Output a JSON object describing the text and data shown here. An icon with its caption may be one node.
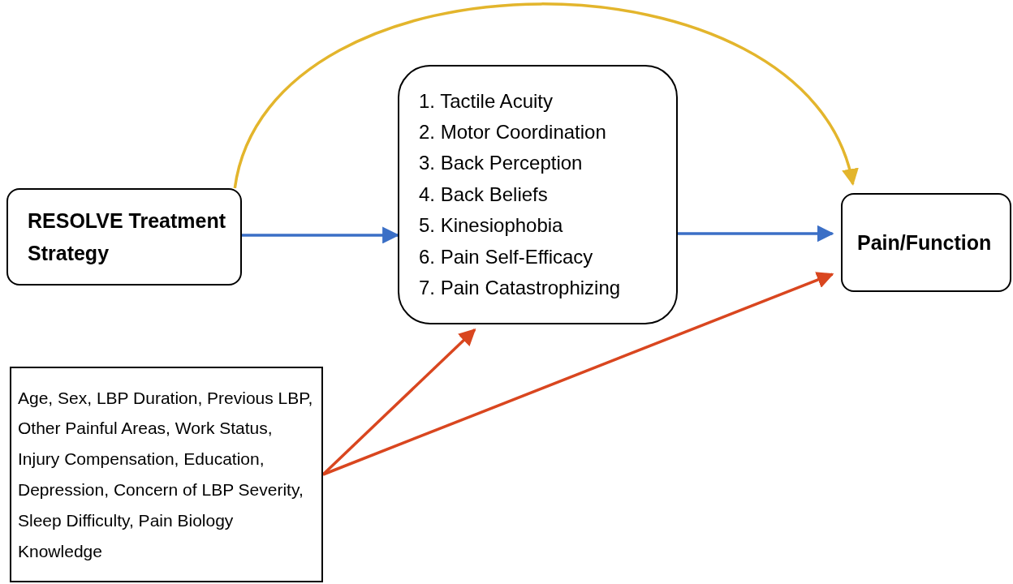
{
  "diagram": {
    "nodes": [
      {
        "text": [
          "RESOLVE Treatment Strategy"
        ]
      },
      {
        "text": [
          "1. Tactile Acuity",
          "2. Motor Coordination",
          "3. Back Perception",
          "4. Back Beliefs",
          "5. Kinesiophobia",
          "6. Pain Self-Efficacy",
          "7. Pain Catastrophizing"
        ]
      },
      {
        "text": [
          "Pain/Function"
        ]
      },
      {
        "text": [
          "Age, Sex, LBP Duration, Previous LBP, Other Painful Areas, Work Status, Injury Compensation, Education, Depression, Concern of LBP Severity, Sleep Difficulty, Pain Biology Knowledge"
        ]
      }
    ],
    "edges": [
      {
        "from": 0,
        "to": 2,
        "arrow": "to",
        "color": "#e3b52c"
      },
      {
        "from": 0,
        "to": 1,
        "arrow": "to",
        "color": "#3b6fc6"
      },
      {
        "from": 1,
        "to": 2,
        "arrow": "to",
        "color": "#3b6fc6"
      },
      {
        "from": 3,
        "to": 1,
        "arrow": "to",
        "color": "#d9461f"
      },
      {
        "from": 3,
        "to": 2,
        "arrow": "to",
        "color": "#d9461f"
      }
    ]
  }
}
